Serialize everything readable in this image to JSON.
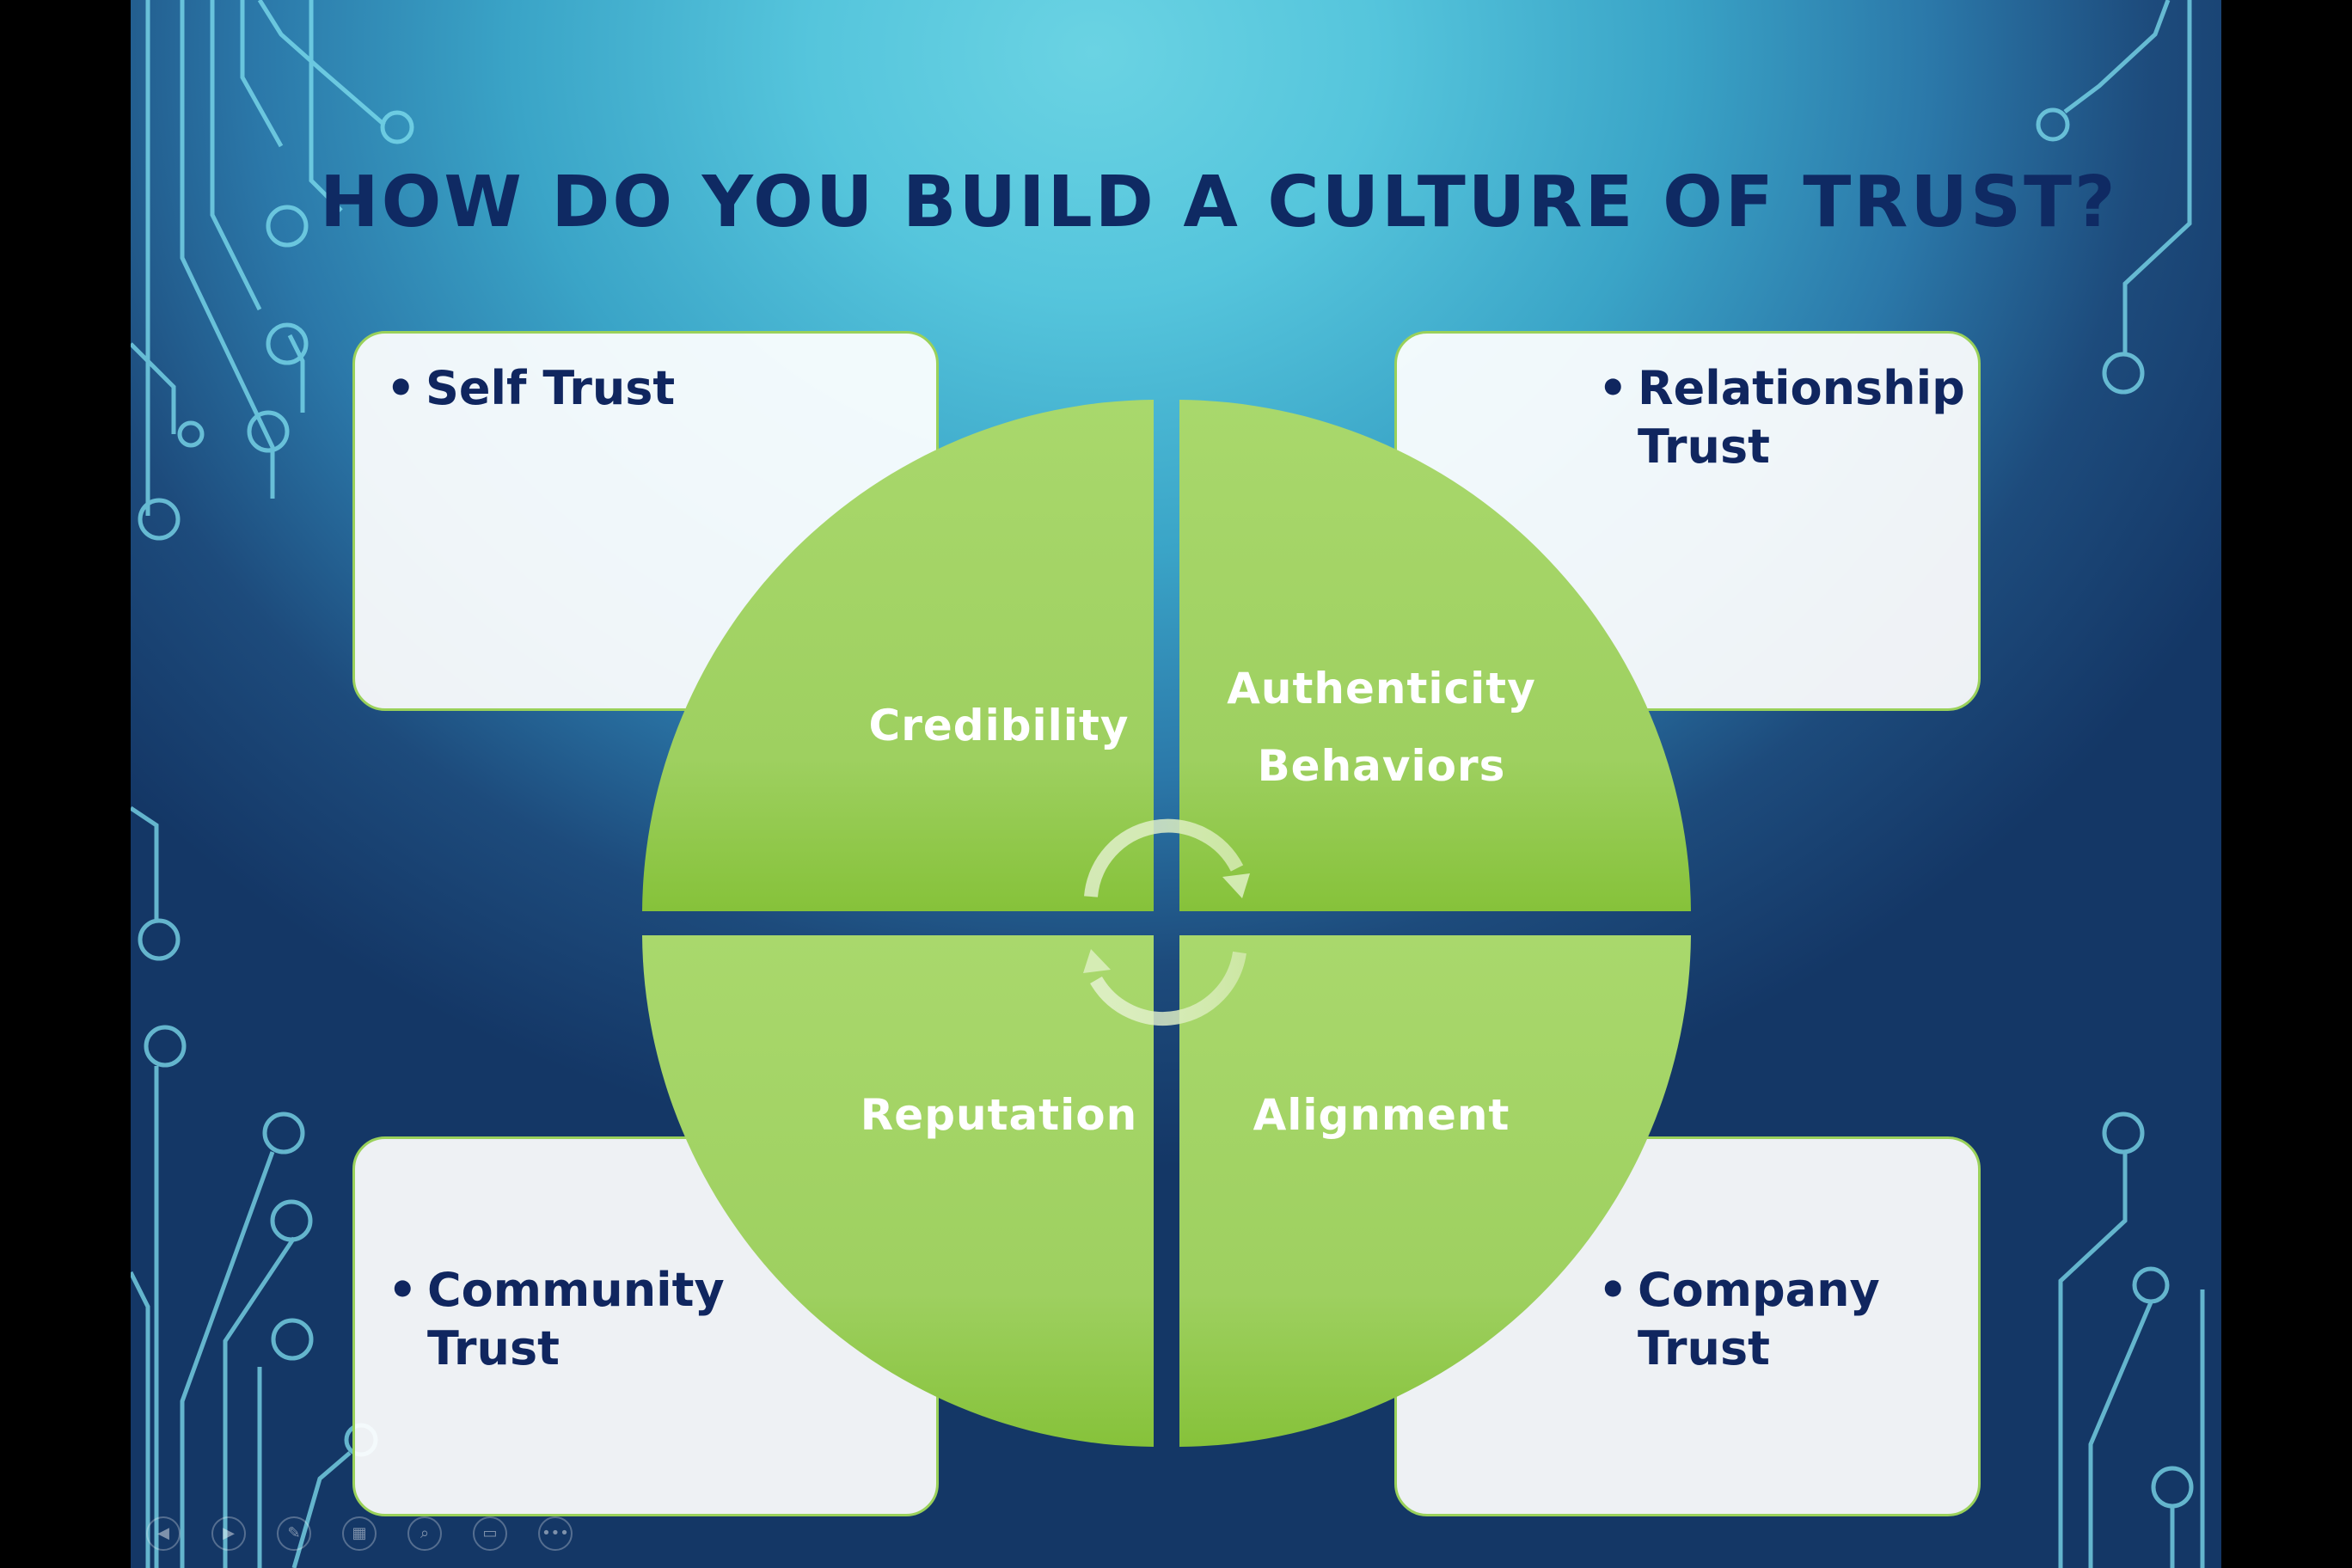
{
  "slide": {
    "title": "HOW DO YOU BUILD A CULTURE OF TRUST?",
    "boxes": {
      "top_left": {
        "bullet": "•",
        "line1": "Self Trust",
        "line2": ""
      },
      "top_right": {
        "bullet": "•",
        "line1": "Relationship",
        "line2": "Trust"
      },
      "bottom_left": {
        "bullet": "•",
        "line1": "Community",
        "line2": "Trust"
      },
      "bottom_right": {
        "bullet": "•",
        "line1": "Company",
        "line2": "Trust"
      }
    },
    "quadrants": {
      "top_left": {
        "label": "Credibility"
      },
      "top_right": {
        "line1": "Authenticity",
        "line2": "Behaviors"
      },
      "bottom_left": {
        "label": "Reputation"
      },
      "bottom_right": {
        "label": "Alignment"
      }
    }
  },
  "colors": {
    "title": "#0f2a63",
    "quadrant_top": "#a6d66a",
    "quadrant_bottom": "#8cc63e",
    "box_border": "#9ad15a",
    "circuit_line": "#7fe0f0"
  },
  "icons": {
    "cycle_arrows": "circular-arrows-icon"
  },
  "presentation_controls": [
    {
      "name": "previous-slide-button",
      "glyph": "◀"
    },
    {
      "name": "next-slide-button",
      "glyph": "▶"
    },
    {
      "name": "pen-tool-button",
      "glyph": "✎"
    },
    {
      "name": "see-all-slides-button",
      "glyph": "▦"
    },
    {
      "name": "zoom-button",
      "glyph": "⌕"
    },
    {
      "name": "screen-options-button",
      "glyph": "▭"
    },
    {
      "name": "more-options-button",
      "glyph": "•••"
    }
  ]
}
